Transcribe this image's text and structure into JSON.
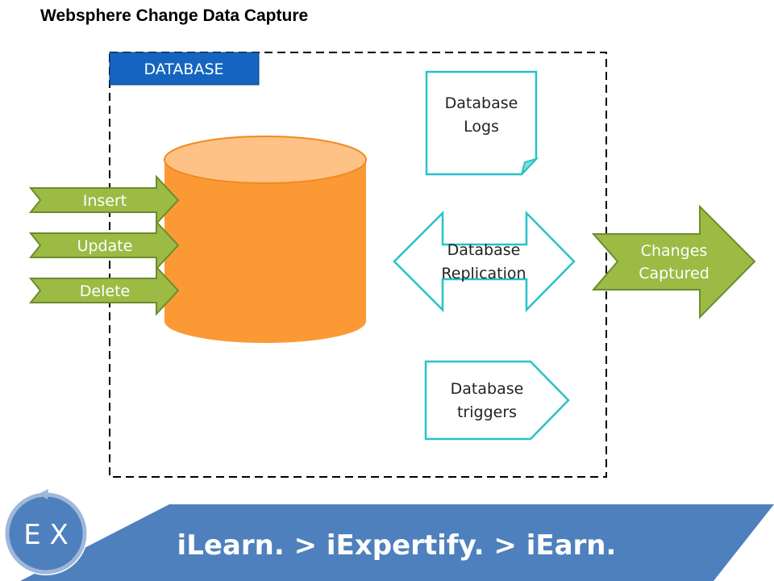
{
  "title": "Websphere Change Data Capture",
  "container": {
    "label": "DATABASE"
  },
  "inputs": [
    {
      "label": "Insert"
    },
    {
      "label": "Update"
    },
    {
      "label": "Delete"
    }
  ],
  "methods": [
    {
      "line1": "Database",
      "line2": "Logs"
    },
    {
      "line1": "Database",
      "line2": "Replication"
    },
    {
      "line1": "Database",
      "line2": "triggers"
    }
  ],
  "output": {
    "line1": "Changes",
    "line2": "Captured"
  },
  "footer": {
    "logo": "E X",
    "tagline": "iLearn. > iExpertify. > iEarn."
  },
  "colors": {
    "db_header": "#1565c0",
    "cylinder": "#fb9a35",
    "cylinder_top": "#fec286",
    "arrow_green": "#9bbb45",
    "arrow_green_dark": "#6e8b2e",
    "teal": "#27c3c7",
    "banner": "#4e80bd"
  }
}
